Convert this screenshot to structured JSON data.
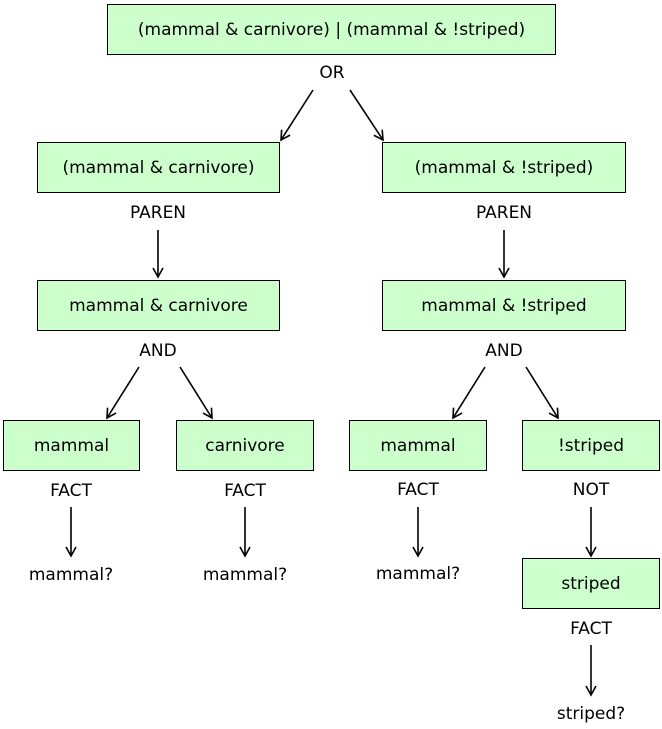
{
  "nodes": {
    "root": "(mammal & carnivore) | (mammal & !striped)",
    "left_paren": "(mammal & carnivore)",
    "right_paren": "(mammal & !striped)",
    "left_and": "mammal & carnivore",
    "right_and": "mammal & !striped",
    "ll_fact": "mammal",
    "lr_fact": "carnivore",
    "rl_fact": "mammal",
    "rr_not": "!striped",
    "rr_fact": "striped"
  },
  "ops": {
    "root": "OR",
    "left_paren": "PAREN",
    "right_paren": "PAREN",
    "left_and": "AND",
    "right_and": "AND",
    "ll_fact": "FACT",
    "lr_fact": "FACT",
    "rl_fact": "FACT",
    "rr_not": "NOT",
    "rr_fact": "FACT"
  },
  "leaves": {
    "ll": "mammal?",
    "lr": "mammal?",
    "rl": "mammal?",
    "rr": "striped?"
  },
  "colors": {
    "node_fill": "#ccffcc",
    "border": "#000000"
  }
}
